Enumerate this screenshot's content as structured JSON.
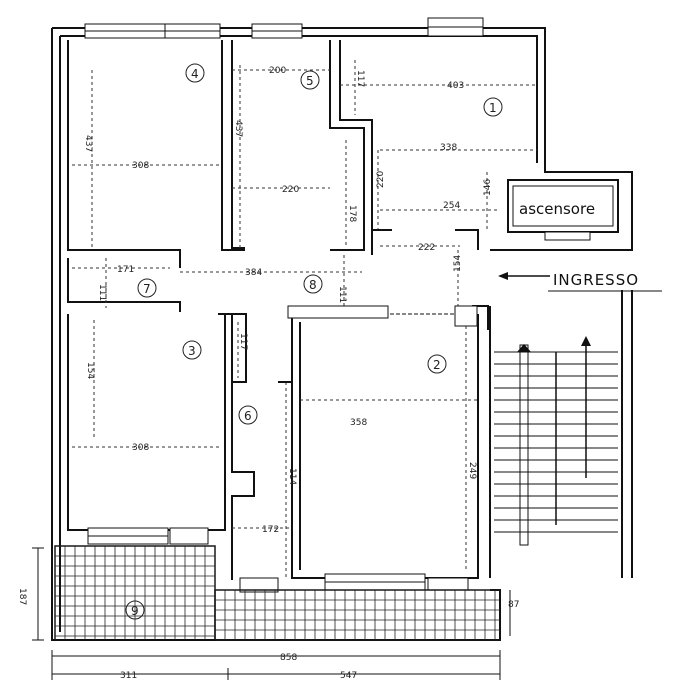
{
  "labels": {
    "ingresso": "INGRESSO",
    "ascensore": "ascensore"
  },
  "rooms": [
    "1",
    "2",
    "3",
    "4",
    "5",
    "6",
    "7",
    "8",
    "9"
  ],
  "dimensions": {
    "d1_w": "403",
    "d1_inner": "338",
    "d1_h": "117",
    "d1_h2": "220",
    "d1_lift_h": "146",
    "d1_lift_w": "254",
    "d1_bot": "222",
    "r4_w": "308",
    "r4_h": "437",
    "r5_w": "200",
    "r5_inner": "220",
    "r5_h": "437",
    "cl_h": "178",
    "r7_w": "171",
    "r7_h": "111",
    "r8_w": "384",
    "r8_h": "111",
    "r8_door": "154",
    "r3_h": "154",
    "r3_w": "308",
    "r6_h": "117",
    "r6_w": "172",
    "r2_w": "358",
    "r2_h": "249",
    "r2_left": "114",
    "terrace_h": "187",
    "total_w": "858",
    "left_w": "311",
    "right_w": "547",
    "side_h": "87"
  },
  "colors": {
    "line": "#111111",
    "paper": "#ffffff"
  }
}
